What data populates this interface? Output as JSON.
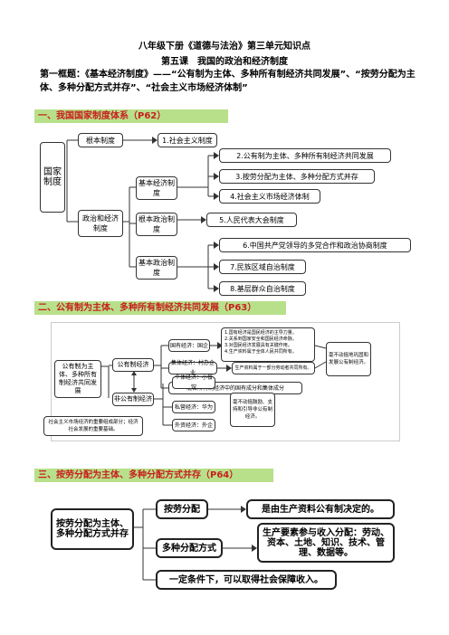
{
  "title": "八年级下册《道德与法治》第三单元知识点",
  "lesson": "第五课　我国的政治和经济制度",
  "intro": "第一框题：《基本经济制度》——“公有制为主体、多种所有制经济共同发展”、“按劳分配为主体、多种分配方式并存”、“社会主义市场经济体制”",
  "section1": {
    "heading": "一、我国国家制度体系（P62）",
    "root": "国家制度",
    "fundamental": "根本制度",
    "item1": "1.社会主义制度",
    "polecon": "政治和经济制度",
    "basic_econ": "基本经济制度",
    "item2": "2.公有制为主体、多种所有制经济共同发展",
    "item3": "3.按劳分配为主体、多种分配方式并存",
    "item4": "4.社会主义市场经济体制",
    "fund_pol": "根本政治制度",
    "item5": "5.人民代表大会制度",
    "basic_pol": "基本政治制度",
    "item6": "6.中国共产党领导的多党合作和政治协商制度",
    "item7": "7.民族区域自治制度",
    "item8": "8.基层群众自治制度"
  },
  "section2": {
    "heading": "二、公有制为主体、多种所有制经济共同发展（P63）",
    "root": "公有制为主体、多种所有制经济共同发展",
    "public": "公有制经济",
    "nonpublic": "非公有制经济",
    "state": "国有经济：国企",
    "collective": "集体经济：村办企业",
    "mixed": "混合所有制经济中的国有成分和集体成分",
    "state_notes": [
      "1.国有经济是国民经济的主导力量。",
      "2.关系到国家安全和国民经济命脉。",
      "3.对国民经济发展具有关键作用。",
      "4.生产资料属于全体人民共同所有。"
    ],
    "collective_note": "生产资料属于一部分劳动者共同所有。",
    "public_note": "毫不动摇地巩固和发展公有制经济。",
    "individual": "个体经济：小餐馆",
    "private": "私营经济：华为",
    "foreign": "外资经济：外企",
    "nonpublic_note": "毫不动摇鼓励、支持和引导非公有制经济。",
    "bottom_note": "社会主义市场经济的重要组成部分；经济社会发展的重要基础。"
  },
  "section3": {
    "heading": "三、按劳分配为主体、多种分配方式并存（P64）",
    "root": "按劳分配为主体、多种分配方式并存",
    "labor": "按劳分配",
    "labor_note": "是由生产资料公有制决定的。",
    "multi": "多种分配方式",
    "multi_note": "生产要素参与收入分配：劳动、资本、土地、知识、技术、管理、数据等。",
    "social": "一定条件下，可以取得社会保障收入。"
  }
}
